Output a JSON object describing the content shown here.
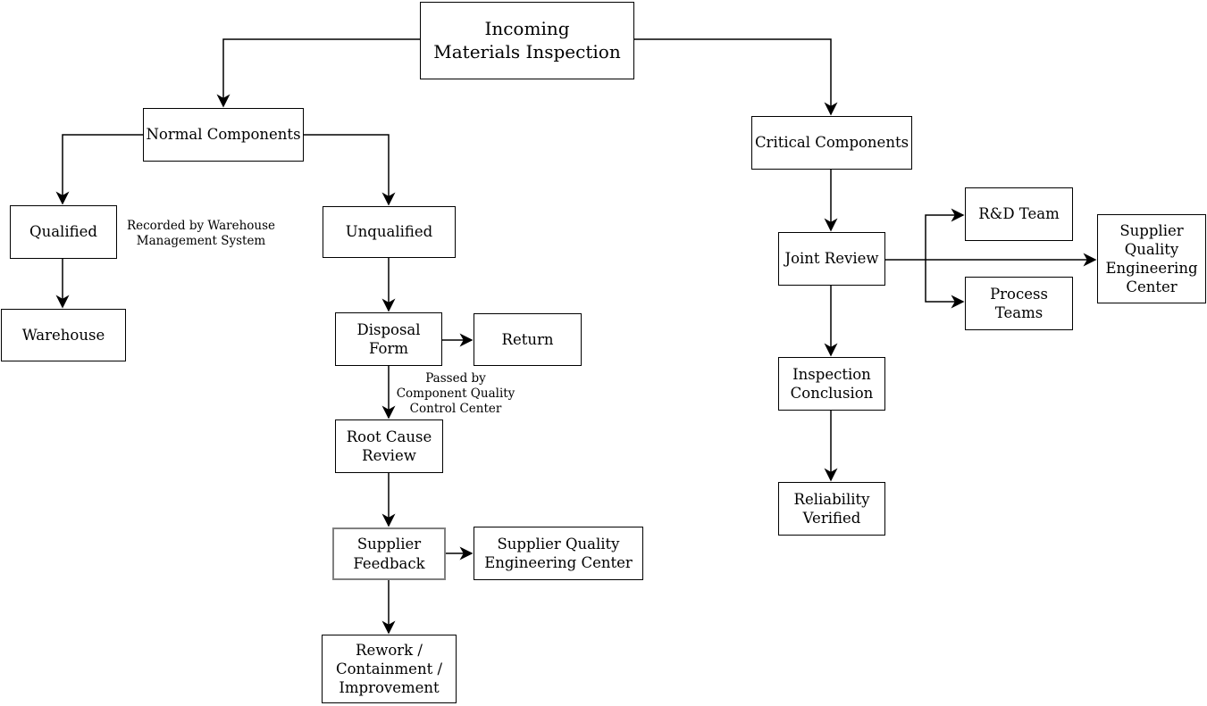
{
  "nodes": {
    "incoming": {
      "label": "Incoming\nMaterials Inspection"
    },
    "normal": {
      "label": "Normal Components"
    },
    "qualified": {
      "label": "Qualified"
    },
    "unqualified": {
      "label": "Unqualified"
    },
    "warehouse": {
      "label": "Warehouse"
    },
    "disposal_form": {
      "label": "Disposal\nForm"
    },
    "return": {
      "label": "Return"
    },
    "root_cause_review": {
      "label": "Root Cause\nReview"
    },
    "supplier_feedback": {
      "label": "Supplier\nFeedback"
    },
    "sqec_mid": {
      "label": "Supplier Quality\nEngineering Center"
    },
    "rework": {
      "label": "Rework /\nContainment /\nImprovement"
    },
    "critical": {
      "label": "Critical Components"
    },
    "joint_review": {
      "label": "Joint Review"
    },
    "rd_team": {
      "label": "R&D Team"
    },
    "process_teams": {
      "label": "Process\nTeams"
    },
    "sqec_right": {
      "label": "Supplier\nQuality\nEngineering\nCenter"
    },
    "inspection_conclusion": {
      "label": "Inspection\nConclusion"
    },
    "reliability_verified": {
      "label": "Reliability\nVerified"
    }
  },
  "annotations": {
    "recorded_by": "Recorded by Warehouse\nManagement System",
    "passed_by": "Passed by\nComponent Quality\nControl Center"
  },
  "colors": {
    "background": "#ffffff",
    "text": "#000000",
    "line": "#000000",
    "box_border": "#000000",
    "supplier_feedback_border": "#808080"
  }
}
